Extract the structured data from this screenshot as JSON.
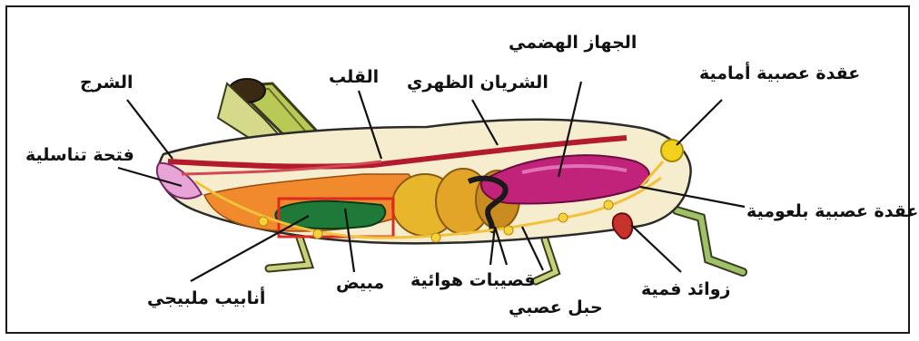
{
  "labels": {
    "anus": "الشرج",
    "genital_opening": "فتحة تناسلية",
    "malpighian_tubules": "أنابيب ملبيجي",
    "ovary": "مبيض",
    "heart": "القلب",
    "dorsal_artery": "الشريان الظهري",
    "digestive_system": "الجهاز الهضمي",
    "tracheae": "قصيبات هوائية",
    "nerve_cord": "حبل عصبي",
    "anterior_ganglion": "عقدة عصبية أمامية",
    "pharyngeal_ganglion": "عقدة عصبية بلعومية",
    "mouthparts": "زوائد فمية"
  },
  "colors": {
    "body_outline": "#f2e7c6",
    "digestive": "#c2237a",
    "heart_artery": "#b31a2e",
    "muscle_orange": "#f08a2c",
    "tissue_yellow": "#e8b62a",
    "ovary_green": "#1f7a3a",
    "highlight_box": "#e02a1e",
    "leg_green": "#9cc36a",
    "ganglion_yellow": "#f2d21c"
  }
}
